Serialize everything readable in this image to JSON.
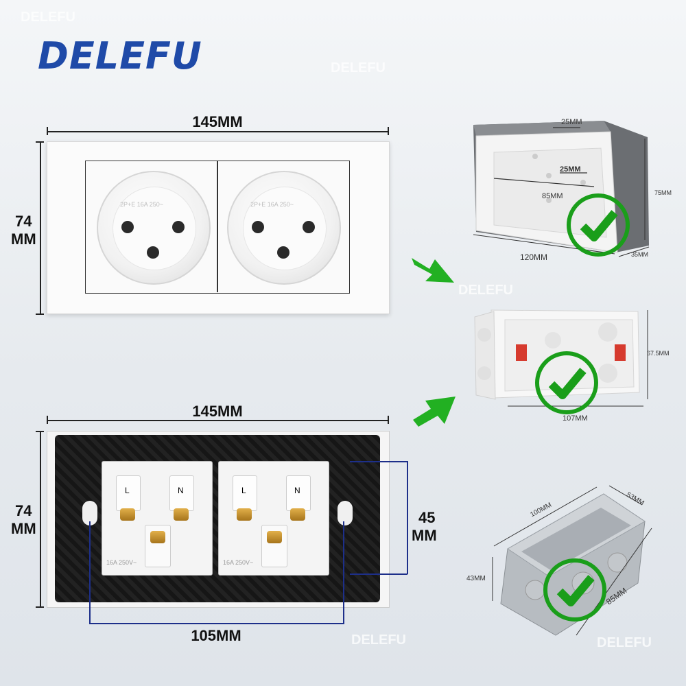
{
  "brand": "DELEFU",
  "watermark": "DELEFU",
  "front": {
    "width_label": "145MM",
    "height_label_line1": "74",
    "height_label_line2": "MM",
    "rating": "2P+E 16A 250~"
  },
  "back": {
    "width_label": "145MM",
    "height_label_line1": "74",
    "height_label_line2": "MM",
    "spacing_label": "105MM",
    "hole_label_line1": "45",
    "hole_label_line2": "MM",
    "terminal_l": "L",
    "terminal_n": "N",
    "rating": "16A 250V~"
  },
  "box1": {
    "top": "25MM",
    "inner": "25MM",
    "center": "85MM",
    "width": "120MM",
    "height": "75MM",
    "depth": "35MM"
  },
  "box2": {
    "height": "67.5MM",
    "width": "107MM"
  },
  "box3": {
    "length": "100MM",
    "width": "53MM",
    "height": "43MM",
    "inner": "85MM"
  },
  "colors": {
    "brand": "#1f4aa8",
    "arrow": "#22b022",
    "check": "#1a9e1a",
    "dim_blue": "#1d2f8a"
  }
}
